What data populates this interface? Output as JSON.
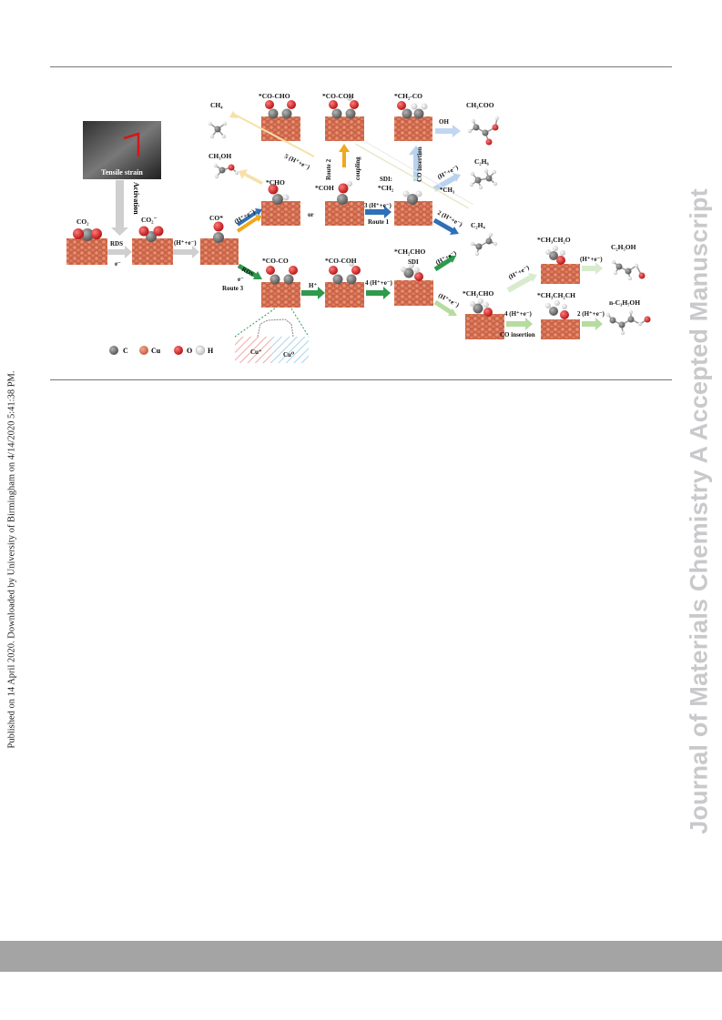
{
  "sidebar": {
    "published_note": "Published on 14 April 2020. Downloaded by University of Birmingham on 4/14/2020 5:41:38 PM.",
    "watermark": "Journal of Materials Chemistry A Accepted Manuscript"
  },
  "figure": {
    "photo_label": "Tensile strain",
    "activation": "Activation",
    "species": {
      "co2": "CO₂",
      "co2m": "CO₂⁻",
      "cos": "CO*",
      "cho": "*CHO",
      "coh": "*COH",
      "ch2": "*CH₂",
      "co_cho": "*CO-CHO",
      "co_coh_top": "*CO-COH",
      "ch2_co": "*CH₂-CO",
      "co_co": "*CO-CO",
      "co_coh_mid": "*CO-COH",
      "ch2cho_mid": "*CH₂CHO",
      "ch2cho_low": "*CH₂CHO",
      "ch3ch2o": "*CH₃CH₂O",
      "ch3ch2ch": "*CH₃CH₂CH"
    },
    "products": {
      "ch4": "CH₄",
      "ch3oh": "CH₃OH",
      "ch3coo": "CH₃COO",
      "c2h6": "C₂H₆",
      "c2h4": "C₂H₄",
      "c2h5oh": "C₂H₅OH",
      "nc3h7oh": "n-C₃H₇OH"
    },
    "labels": {
      "rds1": "RDS",
      "e1": "e⁻",
      "hpe1": "(H⁺+e⁻)",
      "hpe2": "(H⁺+e⁻)",
      "five": "5 (H⁺+e⁻)",
      "route2": "Route 2",
      "coupling": "coupling",
      "or": "or",
      "three": "3 (H⁺+e⁻)",
      "route1": "Route 1",
      "sdi1": "SDI:",
      "co_ins1": "CO insertion",
      "oh": "OH",
      "hpe3": "(H⁺+e⁻)",
      "ch3": "*CH₃",
      "two1": "2 (H⁺+e⁻)",
      "rds2": "RDS",
      "e2": "e⁻",
      "route3": "Route 3",
      "hplus": "H⁺",
      "four1": "4 (H⁺+e⁻)",
      "sdi2": "SDI",
      "hpe4": "(H⁺+e⁻)",
      "hpe5": "(H⁺+e⁻)",
      "hpe6": "(H⁺+e⁻)",
      "hpe7": "(H⁺+e⁻)",
      "four2": "4 (H⁺+e⁻)",
      "co_ins2": "CO insertion",
      "two2": "2 (H⁺+e⁻)",
      "cu_plus": "Cu⁺",
      "cu0": "Cu⁰"
    },
    "legend": [
      "C",
      "Cu",
      "O",
      "H"
    ]
  },
  "colors": {
    "carbon": "#6e6e6e",
    "copper": "#d9785a",
    "oxygen": "#d01c1c",
    "hydrogen": "#e6e6e6",
    "route1_blue": "#2f6fb7",
    "route2_orange": "#f0a81c",
    "route3_green": "#2e9a4c",
    "light_green": "#b6dca0",
    "light_blue": "#b9d3ef",
    "light_yellow": "#f7e0a8",
    "grey_arrow": "#cfcfcf"
  }
}
